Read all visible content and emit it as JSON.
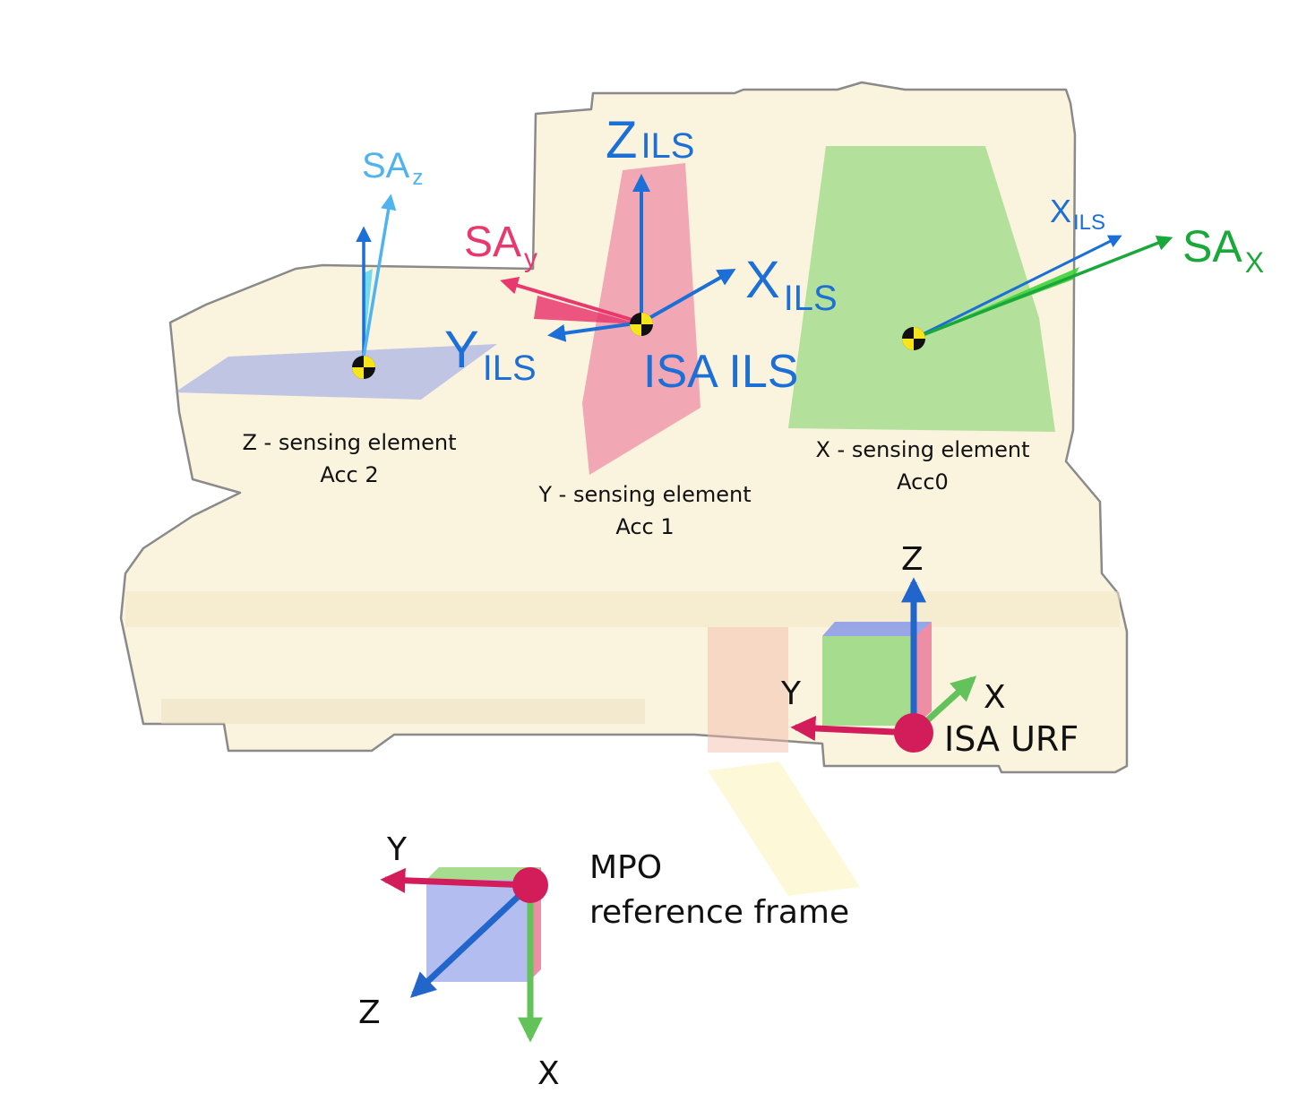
{
  "colors": {
    "ils_blue": "#1b6fd6",
    "sa_z": "#4fb3f0",
    "sa_y": "#e8386e",
    "sa_x": "#19a83a",
    "mpo_y": "#d31c5a",
    "mpo_z": "#2266cc",
    "mpo_x": "#63c25a",
    "plane_z": "#8f9ee8",
    "plane_y": "#ee8ea5",
    "plane_x": "#a6dc8e",
    "instrument_fill": "#faf3de",
    "instrument_outline": "#8a8a8a"
  },
  "ils": {
    "z_main": "Z",
    "z_sub": "ILS",
    "x_main": "X",
    "x_sub": "ILS",
    "y_main": "Y",
    "y_sub": "ILS",
    "origin_label": "ISA ILS",
    "x_small_main": "X",
    "x_small_sub": "ILS"
  },
  "sensitive_axes": {
    "z_main": "SA",
    "z_sub": "z",
    "y_main": "SA",
    "y_sub": "y",
    "x_main": "SA",
    "x_sub": "X"
  },
  "sensing_elements": [
    {
      "line1": "Z - sensing element",
      "line2": "Acc 2"
    },
    {
      "line1": "Y - sensing element",
      "line2": "Acc 1"
    },
    {
      "line1": "X - sensing element",
      "line2": "Acc0"
    }
  ],
  "urf": {
    "z": "Z",
    "y": "Y",
    "x": "X",
    "origin_label": "ISA URF"
  },
  "mpo": {
    "y": "Y",
    "z": "Z",
    "x": "X",
    "title_line1": "MPO",
    "title_line2": "reference frame"
  }
}
